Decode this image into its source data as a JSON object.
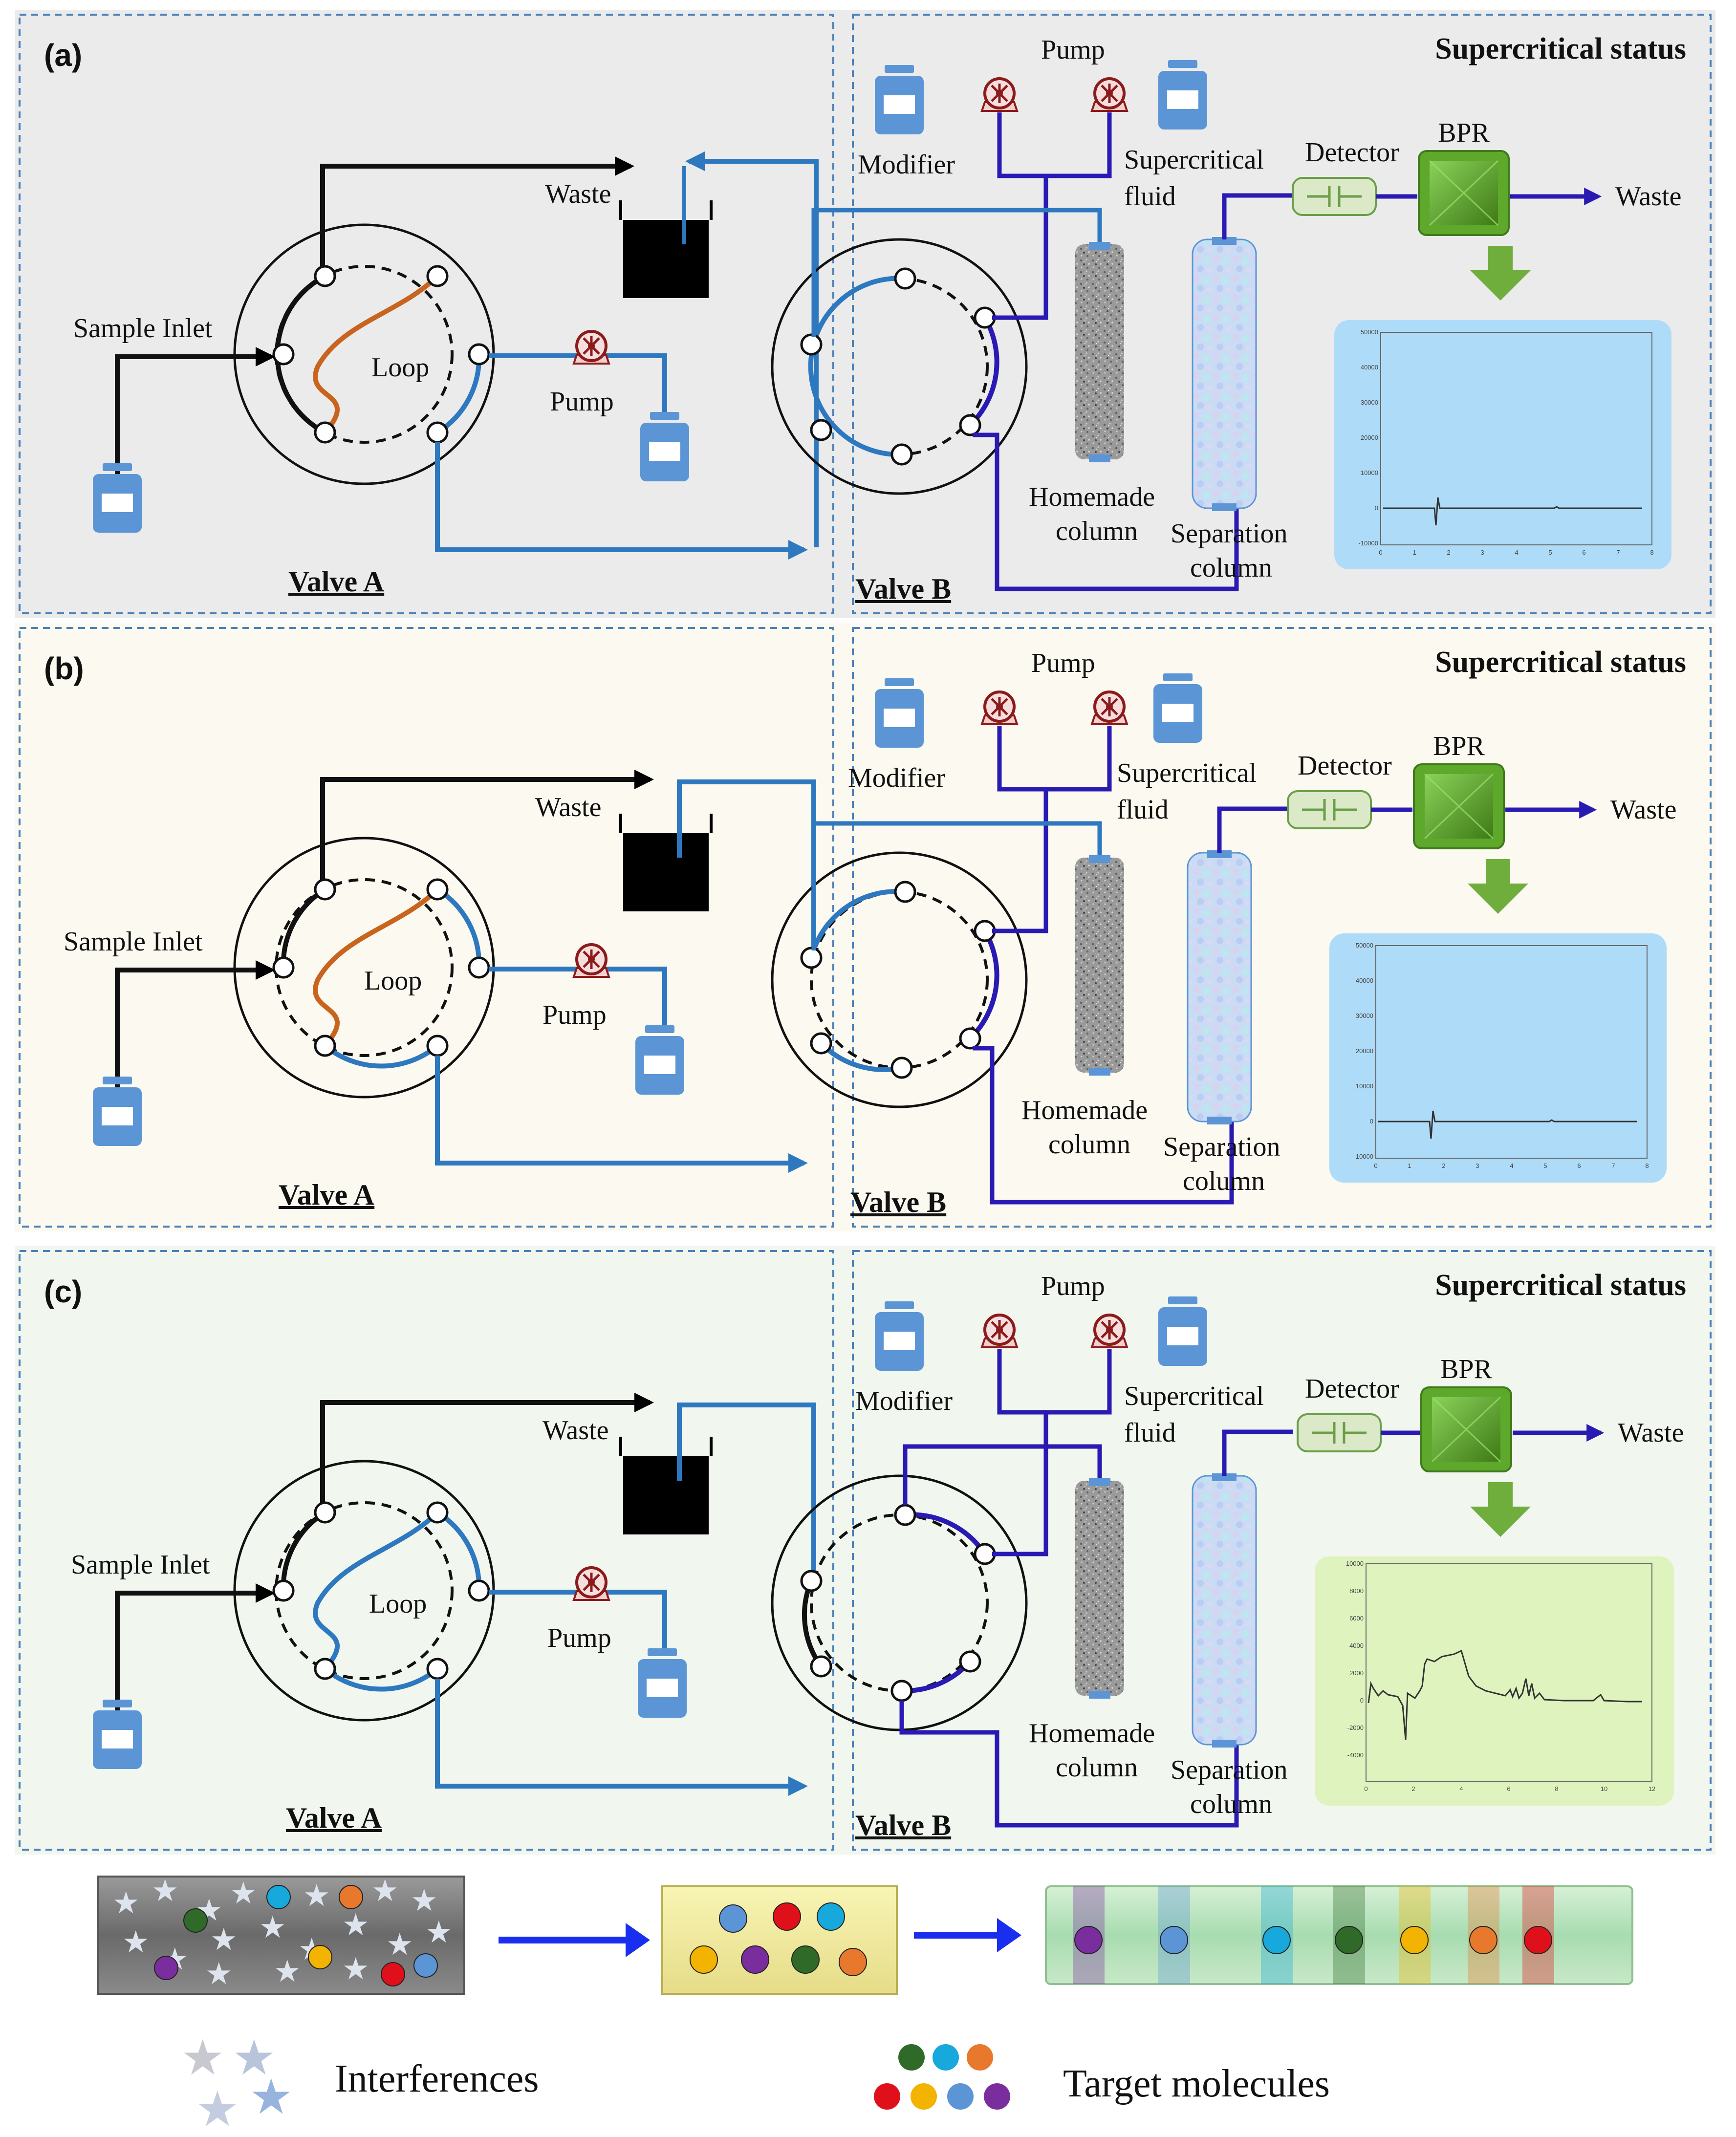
{
  "panels": [
    {
      "letter": "(a)",
      "status": "Supercritical status",
      "valve_a": "Valve A",
      "valve_b": "Valve B",
      "loop": "Loop",
      "sample_inlet": "Sample Inlet",
      "waste_a": "Waste",
      "pump_a": "Pump",
      "pump_b": "Pump",
      "modifier": "Modifier",
      "sc_fluid_1": "Supercritical",
      "sc_fluid_2": "fluid",
      "detector": "Detector",
      "bpr": "BPR",
      "waste_b": "Waste",
      "homemade_1": "Homemade",
      "homemade_2": "column",
      "separation_1": "Separation",
      "separation_2": "column",
      "loop_color": "#c8641e",
      "panel_bg": "#ebebeb",
      "chrom": {
        "yticks": [
          "50000",
          "40000",
          "30000",
          "20000",
          "10000",
          "0",
          "-10000"
        ],
        "xticks": [
          "0",
          "1",
          "2",
          "3",
          "4",
          "5",
          "6",
          "7",
          "8"
        ]
      }
    },
    {
      "letter": "(b)",
      "status": "Supercritical status",
      "valve_a": "Valve A",
      "valve_b": "Valve B",
      "loop": "Loop",
      "sample_inlet": "Sample Inlet",
      "waste_a": "Waste",
      "pump_a": "Pump",
      "pump_b": "Pump",
      "modifier": "Modifier",
      "sc_fluid_1": "Supercritical",
      "sc_fluid_2": "fluid",
      "detector": "Detector",
      "bpr": "BPR",
      "waste_b": "Waste",
      "homemade_1": "Homemade",
      "homemade_2": "column",
      "separation_1": "Separation",
      "separation_2": "column",
      "loop_color": "#c8641e",
      "panel_bg": "#fcf9f0",
      "chrom": {
        "yticks": [
          "50000",
          "40000",
          "30000",
          "20000",
          "10000",
          "0",
          "-10000"
        ],
        "xticks": [
          "0",
          "1",
          "2",
          "3",
          "4",
          "5",
          "6",
          "7",
          "8"
        ]
      }
    },
    {
      "letter": "(c)",
      "status": "Supercritical status",
      "valve_a": "Valve A",
      "valve_b": "Valve B",
      "loop": "Loop",
      "sample_inlet": "Sample Inlet",
      "waste_a": "Waste",
      "pump_a": "Pump",
      "pump_b": "Pump",
      "modifier": "Modifier",
      "sc_fluid_1": "Supercritical",
      "sc_fluid_2": "fluid",
      "detector": "Detector",
      "bpr": "BPR",
      "waste_b": "Waste",
      "homemade_1": "Homemade",
      "homemade_2": "column",
      "separation_1": "Separation",
      "separation_2": "column",
      "loop_color": "#2e78c0",
      "panel_bg": "#f1f6ef",
      "chrom": {
        "yticks": [
          "10000",
          "8000",
          "6000",
          "4000",
          "2000",
          "0",
          "-2000",
          "-4000"
        ],
        "xticks": [
          "0",
          "2",
          "4",
          "6",
          "8",
          "10",
          "12"
        ]
      }
    }
  ],
  "legend": {
    "interferences": "Interferences",
    "targets": "Target molecules"
  },
  "colors": {
    "flow_blue": "#2e78c0",
    "navy": "#2a1ab4",
    "pump_red": "#8c1a1a",
    "bottle_blue": "#5b95d6",
    "bpr_green": "#4c8a1e",
    "arrow_green": "#6fae3c",
    "screen_blue": "#aedcf8",
    "screen_green": "#dff3bf",
    "molecules": [
      "#7a2e9e",
      "#5b95d6",
      "#17a8dc",
      "#2f6a28",
      "#f2b400",
      "#e8782c",
      "#e0101a"
    ]
  }
}
